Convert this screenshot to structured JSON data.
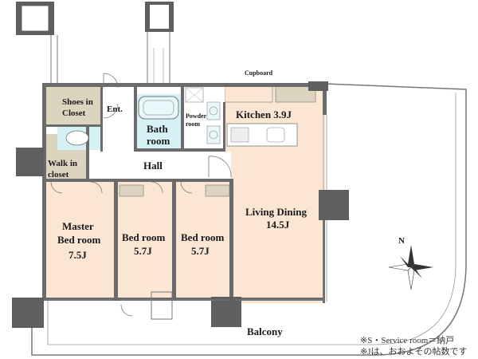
{
  "rooms": {
    "shoes_closet": "Shoes in Closet",
    "entrance": "Ent.",
    "bath": "Bath room",
    "powder": "Powder room",
    "cupboard": "Cupboard",
    "kitchen": "Kitchen 3.9J",
    "walk_in": "Walk in closet",
    "hall": "Hall",
    "living_dining_name": "Living Dining",
    "living_dining_size": "14.5J",
    "master_name1": "Master",
    "master_name2": "Bed room",
    "master_size": "7.5J",
    "bed2_name": "Bed room",
    "bed2_size": "5.7J",
    "bed3_name": "Bed room",
    "bed3_size": "5.7J",
    "balcony": "Balcony"
  },
  "compass": {
    "north": "N"
  },
  "notes": [
    "※S・Service room＝納戸",
    "※Jは、おおよその帖数です"
  ],
  "colors": {
    "floor": "#fbe6d3",
    "closet": "#ddd4bf",
    "wet": "#d6f1f6",
    "wall": "#6b6b6b",
    "pillar": "#5f5f5f"
  }
}
